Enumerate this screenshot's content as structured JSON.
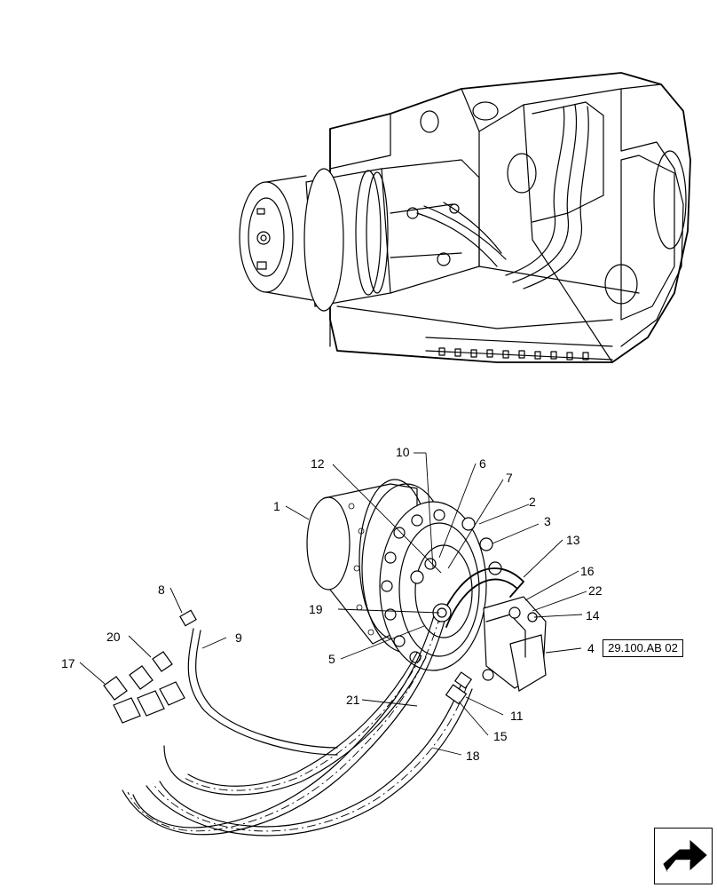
{
  "callouts": {
    "c1": "1",
    "c2": "2",
    "c3": "3",
    "c4": "4",
    "c5": "5",
    "c6": "6",
    "c7": "7",
    "c8": "8",
    "c9": "9",
    "c10": "10",
    "c11": "11",
    "c12": "12",
    "c13": "13",
    "c14": "14",
    "c15": "15",
    "c16": "16",
    "c17": "17",
    "c18": "18",
    "c19": "19",
    "c20": "20",
    "c21": "21",
    "c22": "22"
  },
  "reference": "29.100.AB 02",
  "icons": {
    "nav": "arrow-box-icon"
  }
}
